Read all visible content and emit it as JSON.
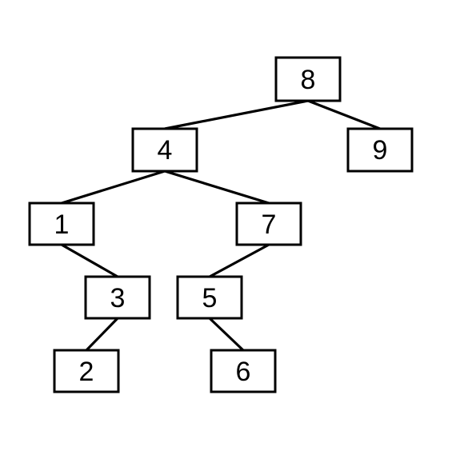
{
  "tree": {
    "nodes": [
      {
        "id": "n8",
        "label": "8"
      },
      {
        "id": "n4",
        "label": "4"
      },
      {
        "id": "n9",
        "label": "9"
      },
      {
        "id": "n1",
        "label": "1"
      },
      {
        "id": "n7",
        "label": "7"
      },
      {
        "id": "n3",
        "label": "3"
      },
      {
        "id": "n5",
        "label": "5"
      },
      {
        "id": "n2",
        "label": "2"
      },
      {
        "id": "n6",
        "label": "6"
      }
    ],
    "edges": [
      {
        "from": "n8",
        "to": "n4"
      },
      {
        "from": "n8",
        "to": "n9"
      },
      {
        "from": "n4",
        "to": "n1"
      },
      {
        "from": "n4",
        "to": "n7"
      },
      {
        "from": "n1",
        "to": "n3"
      },
      {
        "from": "n3",
        "to": "n2"
      },
      {
        "from": "n7",
        "to": "n5"
      },
      {
        "from": "n5",
        "to": "n6"
      }
    ]
  }
}
